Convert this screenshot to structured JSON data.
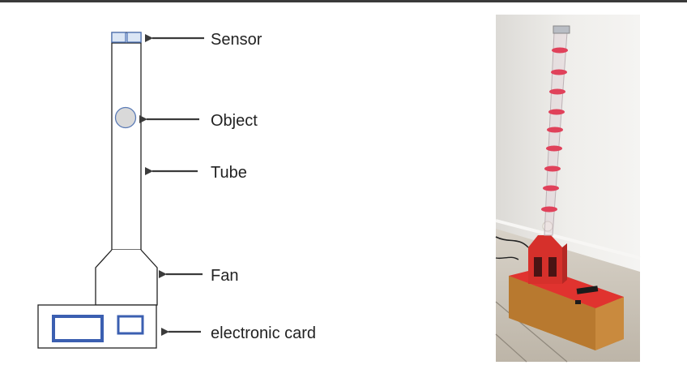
{
  "labels": {
    "sensor": "Sensor",
    "object": "Object",
    "tube": "Tube",
    "fan": "Fan",
    "card": "electronic card"
  },
  "colors": {
    "outline": "#222222",
    "sensor_fill": "#dbe6f5",
    "sensor_stroke": "#4f74b6",
    "object_fill": "#d9d9d9",
    "object_stroke": "#5b7bb6",
    "card_blue": "#3b5fb1",
    "arrow": "#3b3b3b",
    "wall": "#e8e6e2",
    "floor": "#cdc7bd",
    "red": "#e0332f",
    "wood": "#c98a3e"
  }
}
